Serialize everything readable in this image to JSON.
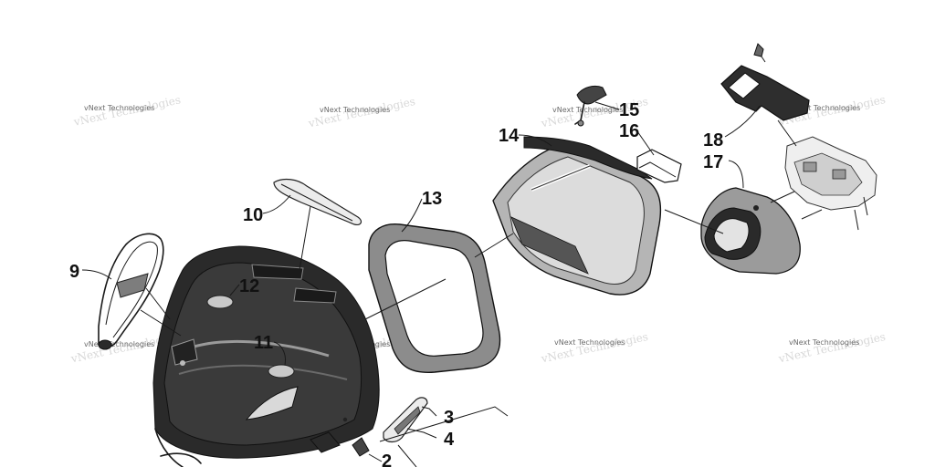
{
  "diagram": {
    "callouts": [
      "2",
      "3",
      "4",
      "9",
      "10",
      "11",
      "12",
      "13",
      "14",
      "15",
      "16",
      "17",
      "18"
    ],
    "watermark": "vNext Technologies"
  }
}
